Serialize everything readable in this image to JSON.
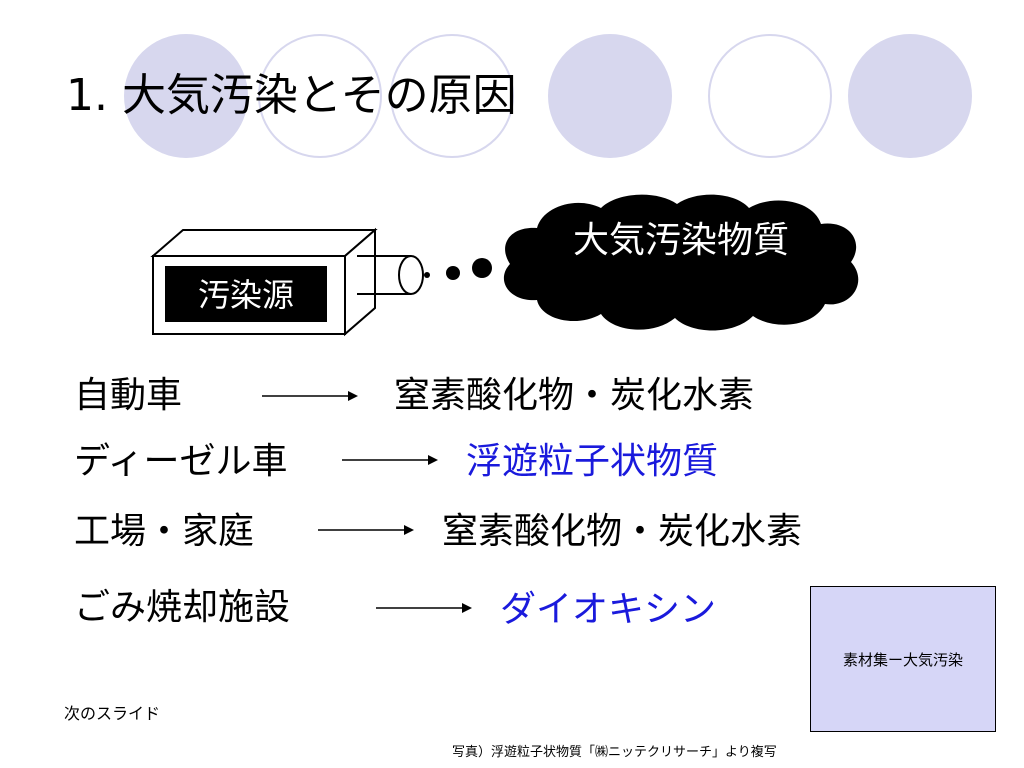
{
  "title": "1. 大気汚染とその原因",
  "diagram": {
    "source_label": "汚染源",
    "cloud_label": "大気汚染物質"
  },
  "rows": [
    {
      "source": "自動車",
      "result": "窒素酸化物・炭化水素"
    },
    {
      "source": "ディーゼル車",
      "result": "浮遊粒子状物質"
    },
    {
      "source": "工場・家庭",
      "result": "窒素酸化物・炭化水素"
    },
    {
      "source": "ごみ焼却施設",
      "result": "ダイオキシン"
    }
  ],
  "material_box": {
    "label": "素材集ー大気汚染"
  },
  "next_slide_link": "次のスライド",
  "photo_credit": "写真）浮遊粒子状物質「㈱ニッテクリサーチ」より複写",
  "colors": {
    "circle_fill": "#d7d7ee",
    "highlight_text": "#1a1adc",
    "material_box_fill": "#d6d6f7"
  }
}
